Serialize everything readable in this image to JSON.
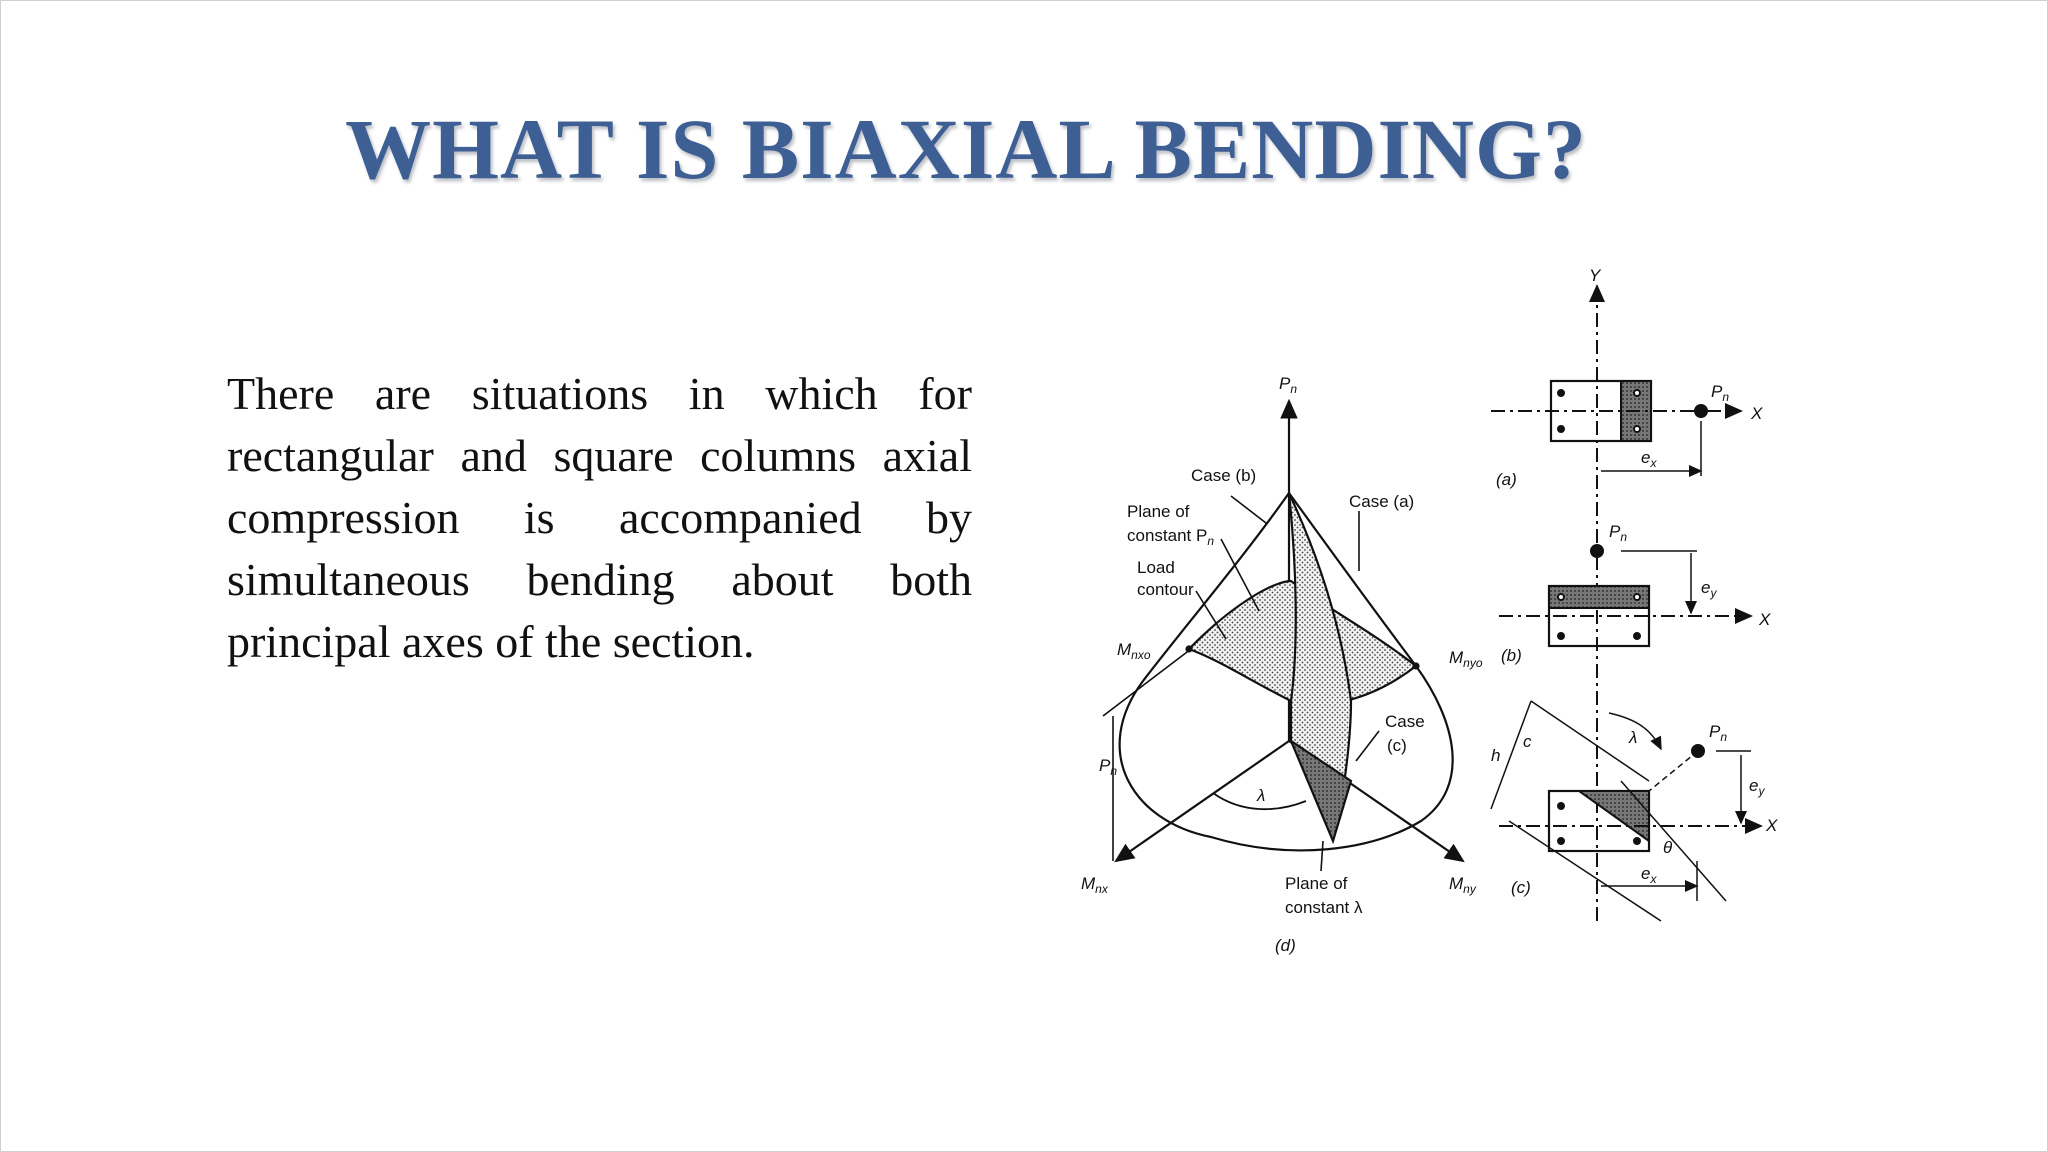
{
  "slide": {
    "title": "WHAT IS BIAXIAL BENDING?",
    "body": "There are situations in  which for rectangular  and square columns axial compression is  accompanied by  simultaneous bending  about both principal  axes of the section."
  },
  "colors": {
    "title": "#3d5f94",
    "text": "#111111",
    "figure_ink": "#111111",
    "hatch": "#555555"
  },
  "figure": {
    "labels": {
      "pn": "P",
      "pn_sub": "n",
      "case_b": "Case (b)",
      "case_a": "Case (a)",
      "case_c_1": "Case",
      "case_c_2": "(c)",
      "plane_pn_1": "Plane of",
      "plane_pn_2": "constant P",
      "plane_pn_sub": "n",
      "load_1": "Load",
      "load_2": "contour",
      "mnxo": "M",
      "mnxo_sub": "nxo",
      "mnyo": "M",
      "mnyo_sub": "nyo",
      "mnx": "M",
      "mnx_sub": "nx",
      "mny": "M",
      "mny_sub": "ny",
      "lambda": "λ",
      "plane_l_1": "Plane of",
      "plane_l_2": "constant λ",
      "d": "(d)",
      "a": "(a)",
      "b": "(b)",
      "c": "(c)",
      "y": "Y",
      "x": "X",
      "e": "e",
      "ex_sub": "x",
      "ey_sub": "y",
      "h": "h",
      "c_dim": "c",
      "theta": "θ"
    }
  }
}
